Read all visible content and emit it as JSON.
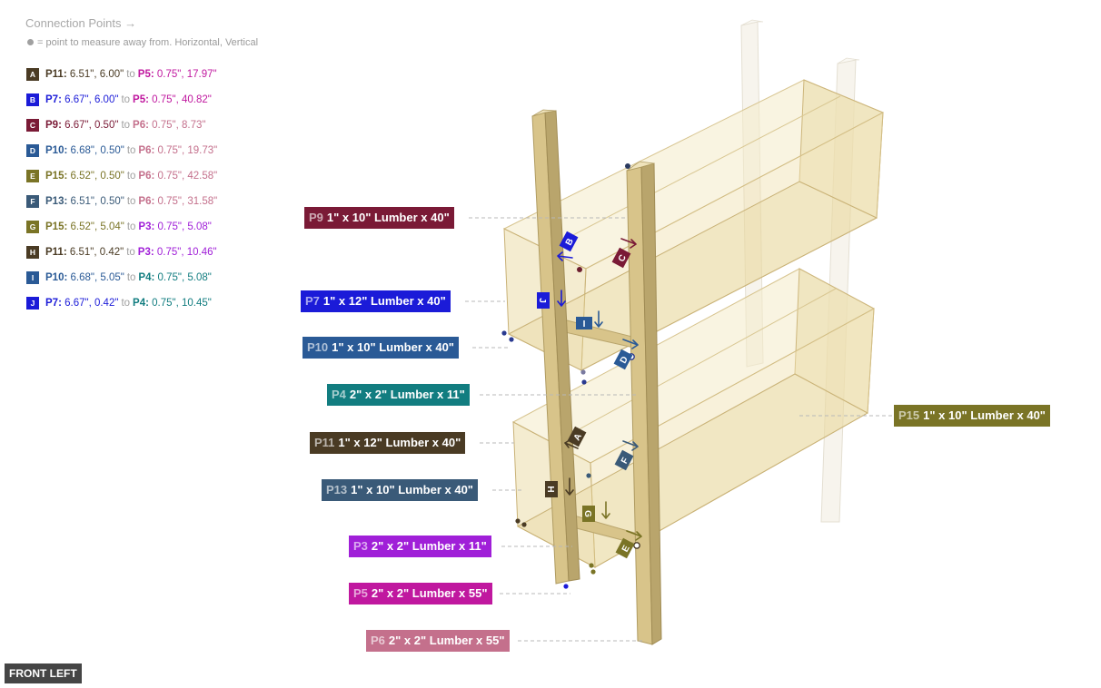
{
  "connection_points": {
    "title": "Connection Points →",
    "note": "= point to measure away from. Horizontal, Vertical",
    "to_word": "to",
    "items": [
      {
        "letter": "A",
        "color": "#4a3b24",
        "from_id": "P11:",
        "from_color": "#4a3b24",
        "from_val": "6.51\", 6.00\"",
        "to_id": "P5:",
        "to_color": "#c0189f",
        "to_val": "0.75\", 17.97\""
      },
      {
        "letter": "B",
        "color": "#1b1bd8",
        "from_id": "P7:",
        "from_color": "#1b1bd8",
        "from_val": "6.67\", 6.00\"",
        "to_id": "P5:",
        "to_color": "#c0189f",
        "to_val": "0.75\", 40.82\""
      },
      {
        "letter": "C",
        "color": "#7a1a36",
        "from_id": "P9:",
        "from_color": "#7a1a36",
        "from_val": "6.67\", 0.50\"",
        "to_id": "P6:",
        "to_color": "#c4708c",
        "to_val": "0.75\", 8.73\""
      },
      {
        "letter": "D",
        "color": "#2a5a96",
        "from_id": "P10:",
        "from_color": "#2a5a96",
        "from_val": "6.68\", 0.50\"",
        "to_id": "P6:",
        "to_color": "#c4708c",
        "to_val": "0.75\", 19.73\""
      },
      {
        "letter": "E",
        "color": "#7a7426",
        "from_id": "P15:",
        "from_color": "#7a7426",
        "from_val": "6.52\", 0.50\"",
        "to_id": "P6:",
        "to_color": "#c4708c",
        "to_val": "0.75\", 42.58\""
      },
      {
        "letter": "F",
        "color": "#3a5a78",
        "from_id": "P13:",
        "from_color": "#3a5a78",
        "from_val": "6.51\", 0.50\"",
        "to_id": "P6:",
        "to_color": "#c4708c",
        "to_val": "0.75\", 31.58\""
      },
      {
        "letter": "G",
        "color": "#7a7426",
        "from_id": "P15:",
        "from_color": "#7a7426",
        "from_val": "6.52\", 5.04\"",
        "to_id": "P3:",
        "to_color": "#a01fd8",
        "to_val": "0.75\", 5.08\""
      },
      {
        "letter": "H",
        "color": "#4a3b24",
        "from_id": "P11:",
        "from_color": "#4a3b24",
        "from_val": "6.51\", 0.42\"",
        "to_id": "P3:",
        "to_color": "#a01fd8",
        "to_val": "0.75\", 10.46\""
      },
      {
        "letter": "I",
        "color": "#2a5a96",
        "from_id": "P10:",
        "from_color": "#2a5a96",
        "from_val": "6.68\", 5.05\"",
        "to_id": "P4:",
        "to_color": "#127d80",
        "to_val": "0.75\", 5.08\""
      },
      {
        "letter": "J",
        "color": "#1b1bd8",
        "from_id": "P7:",
        "from_color": "#1b1bd8",
        "from_val": "6.67\", 0.42\"",
        "to_id": "P4:",
        "to_color": "#127d80",
        "to_val": "0.75\", 10.45\""
      }
    ]
  },
  "part_labels": [
    {
      "id": "P9",
      "desc": "1\" x 10\" Lumber  x 40\"",
      "color": "#7a1a36"
    },
    {
      "id": "P7",
      "desc": "1\" x 12\" Lumber  x 40\"",
      "color": "#1b1bd8"
    },
    {
      "id": "P10",
      "desc": "1\" x 10\" Lumber  x 40\"",
      "color": "#2a5a96"
    },
    {
      "id": "P4",
      "desc": "2\" x 2\" Lumber x 11\"",
      "color": "#127d80"
    },
    {
      "id": "P11",
      "desc": "1\" x 12\" Lumber  x 40\"",
      "color": "#4a3b24"
    },
    {
      "id": "P13",
      "desc": "1\" x 10\" Lumber  x 40\"",
      "color": "#3a5a78"
    },
    {
      "id": "P3",
      "desc": "2\" x 2\" Lumber x 11\"",
      "color": "#a01fd8"
    },
    {
      "id": "P5",
      "desc": "2\" x 2\" Lumber x 55\"",
      "color": "#c0189f"
    },
    {
      "id": "P6",
      "desc": "2\" x 2\" Lumber x 55\"",
      "color": "#c4708c"
    },
    {
      "id": "P15",
      "desc": "1\" x 10\" Lumber  x 40\"",
      "color": "#7a7426"
    }
  ],
  "view_label": "FRONT LEFT",
  "colors": {
    "wood": "#e8d49c",
    "wood_edge": "#c9b277",
    "post_front": "#d8c48a",
    "post_side": "#b9a56c",
    "guide_line": "#b8b8b8"
  }
}
